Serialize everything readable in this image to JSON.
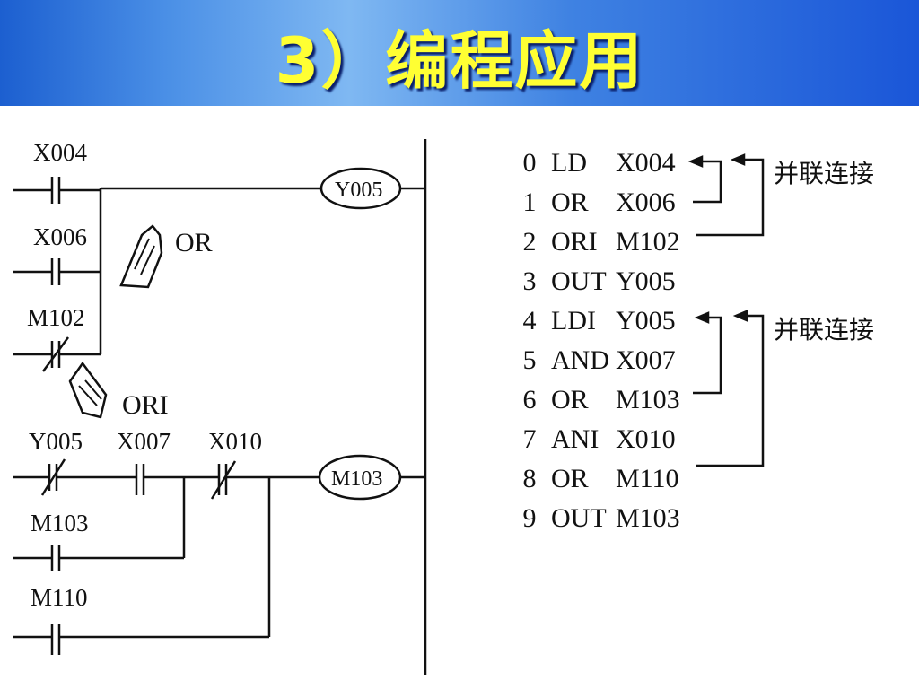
{
  "slide": {
    "title": "3）编程应用"
  },
  "ladder": {
    "contacts": {
      "x004": "X004",
      "x006": "X006",
      "m102": "M102",
      "y005": "Y005",
      "x007": "X007",
      "x010": "X010",
      "m103": "M103",
      "m110": "M110"
    },
    "coils": {
      "y005": "Y005",
      "m103": "M103"
    },
    "annotations": {
      "or": "OR",
      "ori": "ORI"
    }
  },
  "instruction_list": [
    {
      "step": "0",
      "op": "LD",
      "arg": "X004"
    },
    {
      "step": "1",
      "op": "OR",
      "arg": "X006"
    },
    {
      "step": "2",
      "op": "ORI",
      "arg": "M102"
    },
    {
      "step": "3",
      "op": "OUT",
      "arg": "Y005"
    },
    {
      "step": "4",
      "op": "LDI",
      "arg": "Y005"
    },
    {
      "step": "5",
      "op": "AND",
      "arg": "X007"
    },
    {
      "step": "6",
      "op": "OR",
      "arg": "M103"
    },
    {
      "step": "7",
      "op": "ANI",
      "arg": "X010"
    },
    {
      "step": "8",
      "op": "OR",
      "arg": "M110"
    },
    {
      "step": "9",
      "op": "OUT",
      "arg": "M103"
    }
  ],
  "notes": {
    "parallel_1": "并联连接",
    "parallel_2": "并联连接"
  }
}
